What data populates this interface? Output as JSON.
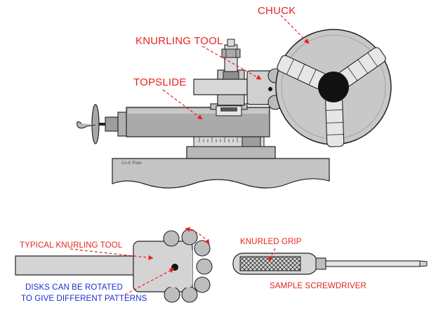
{
  "labels": {
    "chuck": "CHUCK",
    "knurling_tool": "KNURLING TOOL",
    "topslide": "TOPSLIDE",
    "typical_knurling_tool": "TYPICAL KNURLING TOOL",
    "knurled_grip": "KNURLED GRIP",
    "sample_screwdriver": "SAMPLE SCREWDRIVER",
    "disks_line1": "DISKS CAN BE ROTATED",
    "disks_line2": "TO GIVE DIFFERENT PATTERNS",
    "bed_mark": "Co-K Plate"
  },
  "colors": {
    "label_red": "#e8231f",
    "label_blue": "#1a2fd0",
    "metal_light": "#d4d4d4",
    "metal_mid": "#a8a8a8",
    "metal_dark": "#7a7a7a",
    "outline": "#222222"
  }
}
